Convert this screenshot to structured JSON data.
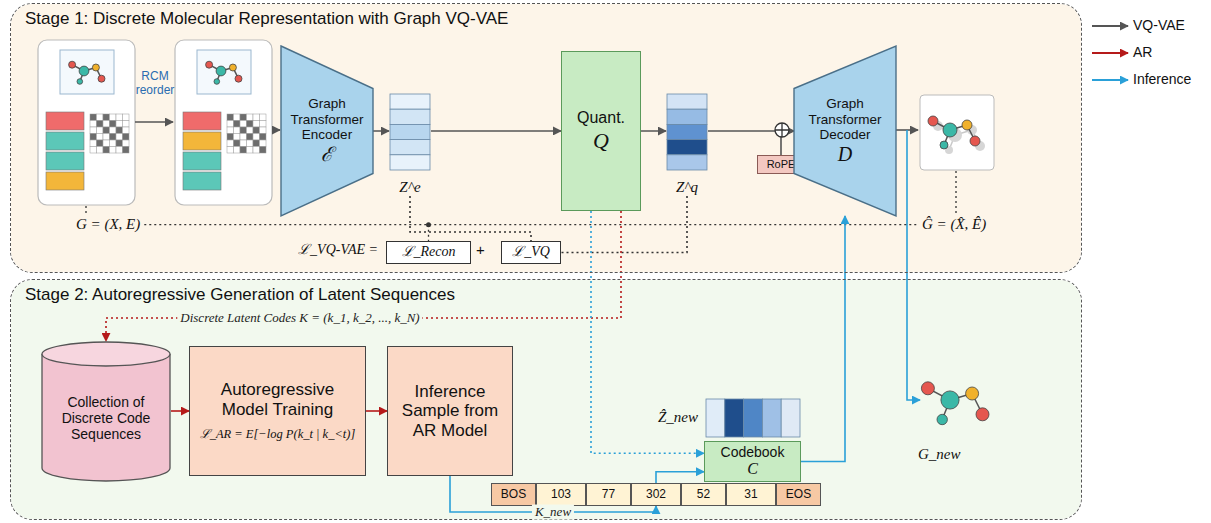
{
  "diagram": {
    "nodes": [
      {
        "text": [
          "Stage 1: Discrete Molecular Representation with Graph VQ-VAE"
        ]
      },
      {
        "text": [
          "Graph Transformer Encoder",
          "ℰ"
        ],
        "in": 0
      },
      {
        "text": [
          "Z^e"
        ],
        "in": 0
      },
      {
        "text": [
          "Quant.",
          "Q"
        ],
        "in": 0
      },
      {
        "text": [
          "Z^q"
        ],
        "in": 0
      },
      {
        "text": [
          "RoPE"
        ],
        "in": 0
      },
      {
        "text": [
          "Graph Transformer Decoder",
          "D"
        ],
        "in": 0
      },
      {
        "text": [
          "ℒ_Recon"
        ],
        "in": 0
      },
      {
        "text": [
          "ℒ_VQ"
        ],
        "in": 0
      },
      {
        "text": [
          "Stage 2: Autoregressive Generation of Latent Sequences"
        ]
      },
      {
        "text": [
          "Collection of Discrete Code Sequences"
        ],
        "in": 9
      },
      {
        "text": [
          "Autoregressive Model Training",
          "ℒ_AR = E[−log P(k_t | k_<t)]"
        ],
        "in": 9
      },
      {
        "text": [
          "Inference Sample from AR Model"
        ],
        "in": 9
      },
      {
        "text": [
          "Ẑ_new"
        ],
        "in": 9
      },
      {
        "text": [
          "Codebook",
          "C"
        ],
        "in": 9
      },
      {
        "text": [
          "BOS"
        ],
        "in": 9
      },
      {
        "text": [
          "103"
        ],
        "in": 9
      },
      {
        "text": [
          "77"
        ],
        "in": 9
      },
      {
        "text": [
          "302"
        ],
        "in": 9
      },
      {
        "text": [
          "52"
        ],
        "in": 9
      },
      {
        "text": [
          "31"
        ],
        "in": 9
      },
      {
        "text": [
          "EOS"
        ],
        "in": 9
      }
    ],
    "edges": [
      {
        "from": 1,
        "to": 2,
        "arrow": "to"
      },
      {
        "from": 2,
        "to": 3,
        "arrow": "to"
      },
      {
        "from": 3,
        "to": 4,
        "arrow": "to"
      },
      {
        "from": 4,
        "to": 6,
        "arrow": "to"
      },
      {
        "from": 5,
        "to": 6,
        "arrow": "to"
      },
      {
        "from": 2,
        "to": 8,
        "arrow": "none"
      },
      {
        "from": 4,
        "to": 8,
        "arrow": "none"
      },
      {
        "from": 3,
        "to": 10,
        "arrow": "to",
        "label": "Discrete Latent Codes K = (k_1, k_2, ..., k_N)"
      },
      {
        "from": 3,
        "to": 14,
        "arrow": "to"
      },
      {
        "from": 10,
        "to": 11,
        "arrow": "to"
      },
      {
        "from": 11,
        "to": 12,
        "arrow": "to"
      },
      {
        "from": 12,
        "to": 18,
        "arrow": "to",
        "label": "K_new"
      },
      {
        "from": 18,
        "to": 14,
        "arrow": "to"
      },
      {
        "from": 14,
        "to": 6,
        "arrow": "to"
      }
    ],
    "labels": [
      "RCM reorder",
      "G = (X, E)",
      "Ĝ = (X̂, Ê)",
      "ℒ_VQ-VAE =",
      "+",
      "G_new"
    ],
    "legend": [
      {
        "text": "VQ-VAE"
      },
      {
        "text": "AR"
      },
      {
        "text": "Inference"
      }
    ]
  }
}
